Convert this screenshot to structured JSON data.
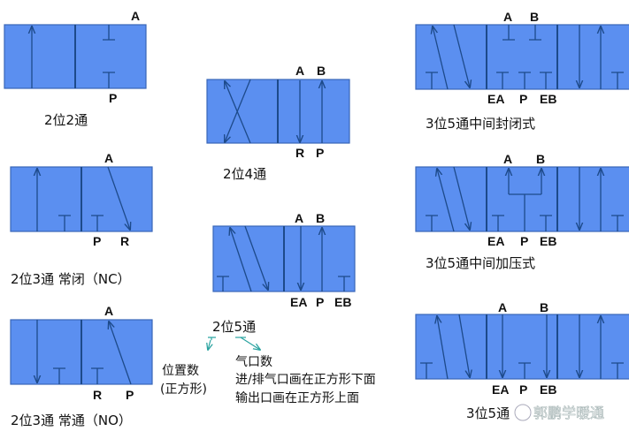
{
  "colors": {
    "valve_fill": "#5b8ff0",
    "line": "#1d4a8a",
    "annotation_arrow": "#2aa3a0"
  },
  "valves": {
    "v22": {
      "caption": "2位2通",
      "ports": {
        "A": "A",
        "P": "P"
      }
    },
    "v24": {
      "caption": "2位4通",
      "ports": {
        "A": "A",
        "B": "B",
        "R": "R",
        "P": "P"
      }
    },
    "v23nc": {
      "caption": "2位3通  常闭（NC）",
      "ports": {
        "A": "A",
        "P": "P",
        "R": "R"
      }
    },
    "v23no": {
      "caption": "2位3通  常通（NO）",
      "ports": {
        "A": "A",
        "R": "R",
        "P": "P"
      }
    },
    "v25": {
      "caption": "2位5通",
      "ports": {
        "A": "A",
        "B": "B",
        "EA": "EA",
        "P": "P",
        "EB": "EB"
      }
    },
    "v35closed": {
      "caption": "3位5通中间封闭式",
      "ports": {
        "A": "A",
        "B": "B",
        "EA": "EA",
        "P": "P",
        "EB": "EB"
      }
    },
    "v35pressure": {
      "caption": "3位5通中间加压式",
      "ports": {
        "A": "A",
        "B": "B",
        "EA": "EA",
        "P": "P",
        "EB": "EB"
      }
    },
    "v35third": {
      "caption": "3位5通",
      "ports": {
        "A": "A",
        "B": "B",
        "EA": "EA",
        "P": "P",
        "EB": "EB"
      }
    }
  },
  "legend": {
    "positions_title": "位置数",
    "positions_sub": "(正方形)",
    "ports_title": "气口数",
    "ports_line1": "进/排气口画在正方形下面",
    "ports_line2": "输出口画在正方形上面"
  },
  "watermark": "郭鹏学暖通"
}
